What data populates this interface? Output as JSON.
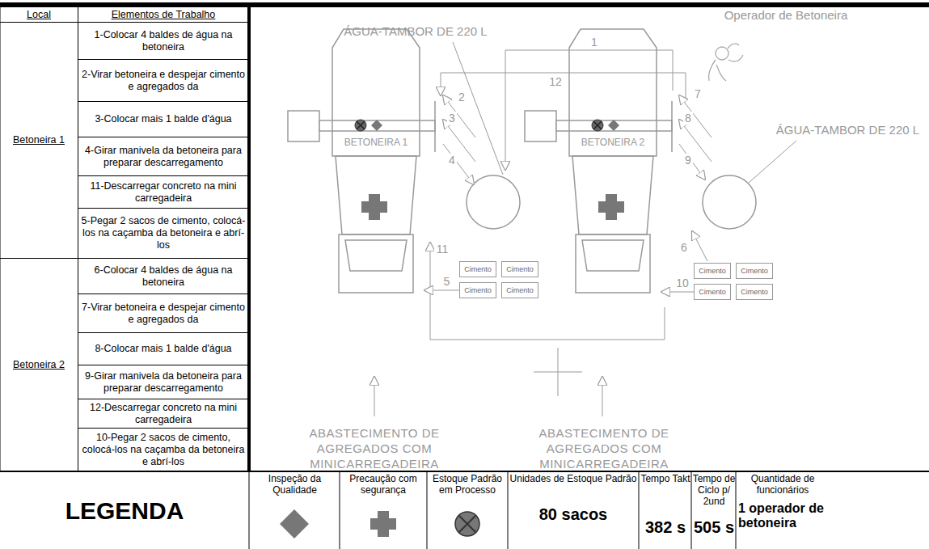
{
  "diagram": {
    "nodes": [
      {
        "text": [
          "BETONEIRA 1"
        ]
      },
      {
        "text": [
          "BETONEIRA 2"
        ]
      },
      {
        "text": [
          "Cimento"
        ]
      },
      {
        "text": [
          "Cimento"
        ]
      },
      {
        "text": [
          "Cimento"
        ]
      },
      {
        "text": [
          "Cimento"
        ]
      },
      {
        "text": [
          "Cimento"
        ]
      },
      {
        "text": [
          "Cimento"
        ]
      },
      {
        "text": [
          "Cimento"
        ]
      },
      {
        "text": [
          "Cimento"
        ]
      }
    ],
    "edges": [
      {
        "from": 4,
        "to": 0,
        "arrow": "to",
        "label": "5"
      },
      {
        "from": 8,
        "to": 1,
        "arrow": "to",
        "label": "10"
      }
    ],
    "labels": [
      "Local",
      "Elementos de Trabalho",
      "Betoneira 1",
      "1-Colocar 4 baldes de água na betoneira",
      "2-Virar betoneira e despejar cimento e agregados da",
      "3-Colocar mais 1 balde d'água",
      "4-Girar manivela da betoneira para preparar descarregamento",
      "11-Descarregar concreto na mini carregadeira",
      "5-Pegar 2 sacos de cimento, colocá-los na caçamba da betoneira e abrí-los",
      "Betoneira 2",
      "6-Colocar 4 baldes de água na betoneira",
      "7-Virar betoneira e despejar cimento e agregados da",
      "8-Colocar mais 1 balde d'água",
      "9-Girar manivela da betoneira para preparar descarregamento",
      "12-Descarregar concreto na mini carregadeira",
      "10-Pegar 2 sacos de cimento, colocá-los na caçamba da betoneira e abrí-los",
      "ÁGUA-TAMBOR DE 220 L",
      "Operador de Betoneira",
      "ÁGUA-TAMBOR DE 220 L",
      "1",
      "12",
      "2",
      "3",
      "4",
      "7",
      "8",
      "9",
      "11",
      "6",
      "ABASTECIMENTO DE AGREGADOS COM MINICARREGADEIRA",
      "ABASTECIMENTO DE AGREGADOS COM MINICARREGADEIRA",
      "LEGENDA",
      "Unidades de Estoque Padrão",
      "80 sacos",
      "Tempo Takt",
      "382 s",
      "Tempo de Ciclo p/ 2und",
      "505 s",
      "Quantidade de funcionários",
      "1 operador de betoneira"
    ],
    "legend": [
      {
        "text": "Inspeção da Qualidade"
      },
      {
        "text": "Precaução com segurança"
      },
      {
        "text": "Estoque Padrão em Processo"
      }
    ]
  }
}
